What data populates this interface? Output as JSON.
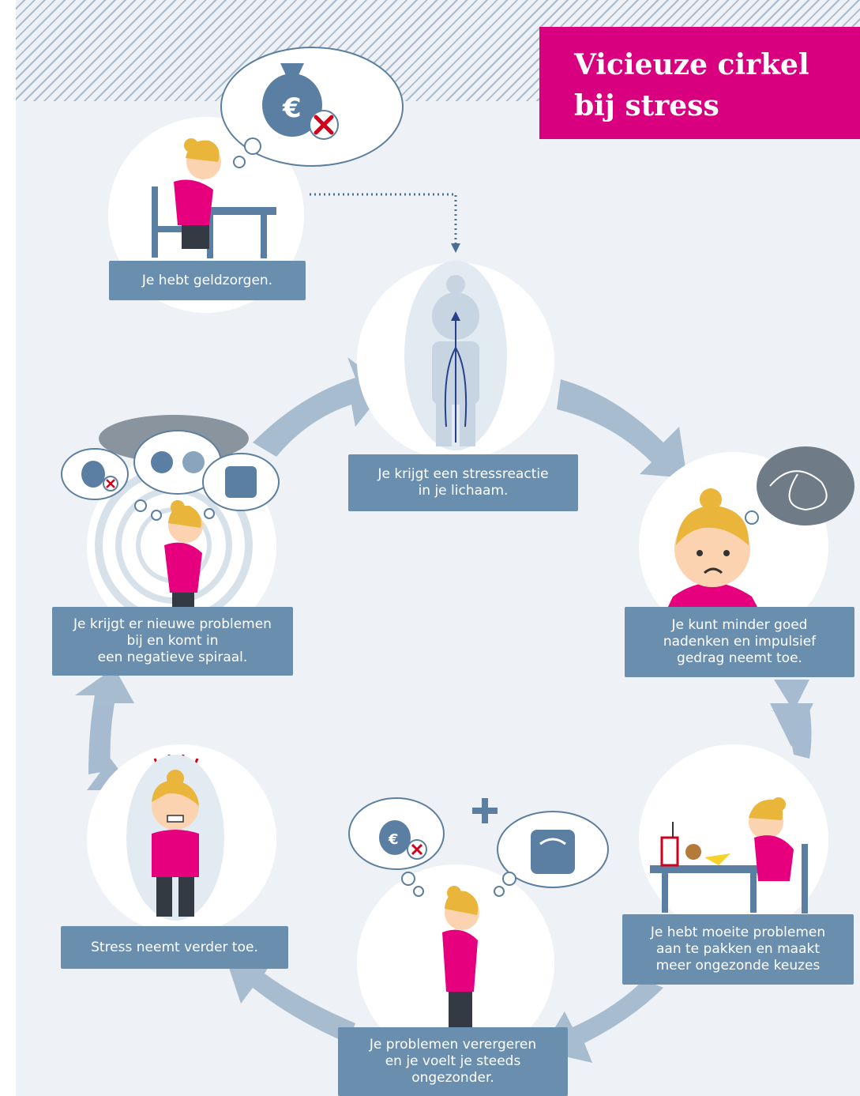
{
  "title": {
    "line1": "Vicieuze cirkel",
    "line2": "bij stress"
  },
  "steps": [
    {
      "lines": [
        "Je hebt geldzorgen."
      ]
    },
    {
      "lines": [
        "Je krijgt een stressreactie",
        "in je lichaam."
      ]
    },
    {
      "lines": [
        "Je kunt minder goed",
        "nadenken en impulsief",
        "gedrag neemt toe."
      ]
    },
    {
      "lines": [
        "Je hebt moeite problemen",
        "aan te pakken en maakt",
        "meer ongezonde keuzes"
      ]
    },
    {
      "lines": [
        "Je problemen verergeren",
        "en je voelt je steeds",
        "ongezonder."
      ]
    },
    {
      "lines": [
        "Stress neemt verder toe."
      ]
    },
    {
      "lines": [
        "Je krijgt er nieuwe problemen",
        "bij en komt in",
        "een negatieve spiraal."
      ]
    }
  ],
  "colors": {
    "accent": "#d8007e",
    "label_bg": "#6a8fae",
    "arrow": "#9fb6cb",
    "background": "#eef2f6"
  },
  "icons": [
    "money-bag-icon",
    "cross-icon",
    "scale-icon",
    "tangle-icon",
    "food-icon",
    "plus-icon"
  ]
}
